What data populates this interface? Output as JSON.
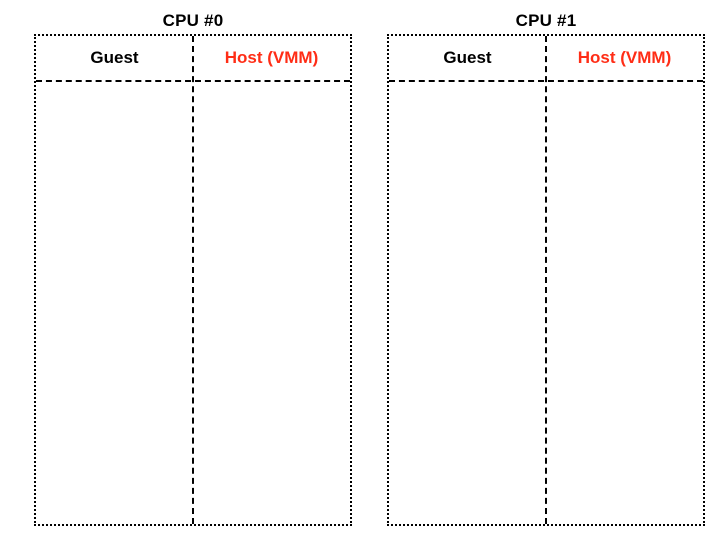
{
  "diagram": {
    "panels": [
      {
        "title": "CPU #0",
        "columns": [
          {
            "label": "Guest"
          },
          {
            "label": "Host (VMM)"
          }
        ]
      },
      {
        "title": "CPU #1",
        "columns": [
          {
            "label": "Guest"
          },
          {
            "label": "Host (VMM)"
          }
        ]
      }
    ],
    "colors": {
      "background": "#ffffff",
      "border": "#000000",
      "title_text": "#000000",
      "guest_text": "#000000",
      "host_text": "#ff2d16"
    }
  }
}
